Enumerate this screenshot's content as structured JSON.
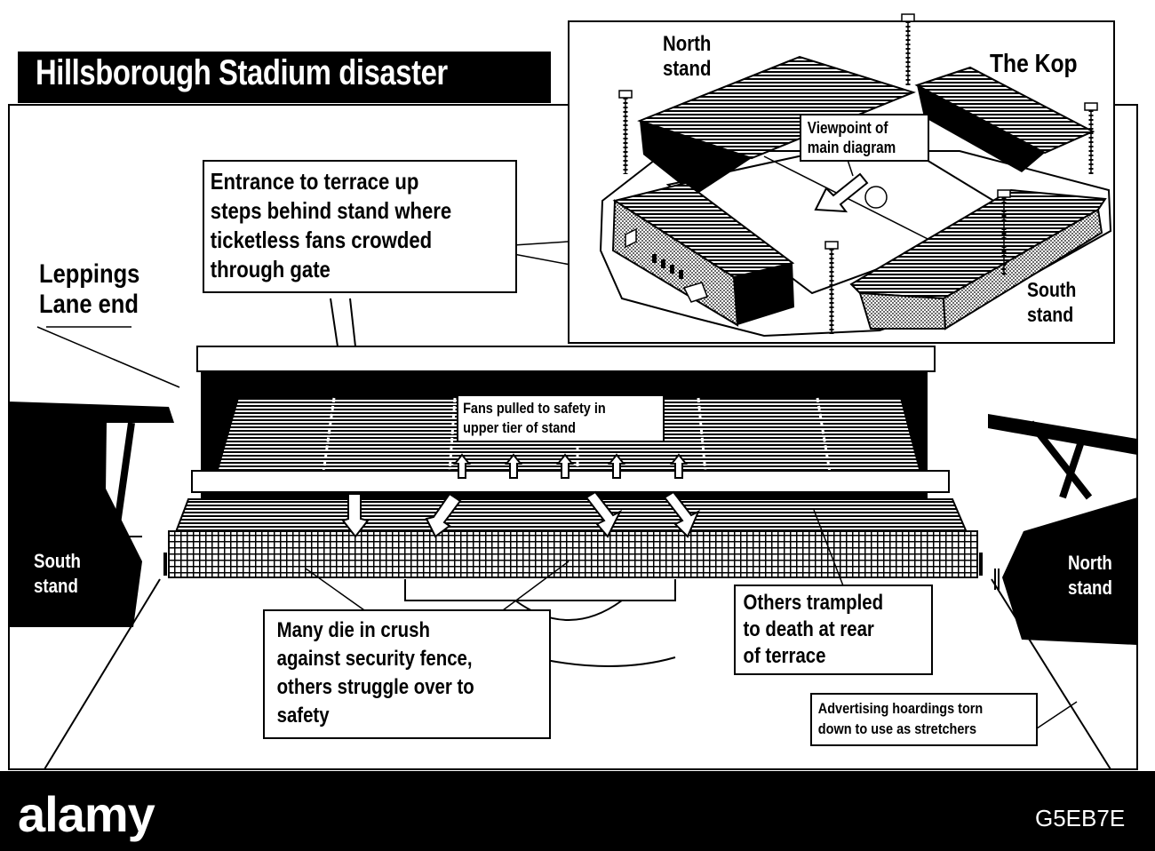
{
  "title": "Hillsborough Stadium disaster",
  "inset": {
    "north_stand": "North\nstand",
    "the_kop": "The Kop",
    "viewpoint": "Viewpoint of\nmain diagram",
    "south_stand": "South\nstand"
  },
  "main": {
    "leppings_lane": "Leppings\nLane end",
    "south_stand": "South\nstand",
    "north_stand": "North\nstand"
  },
  "callouts": {
    "entrance": "Entrance to terrace up\nsteps behind stand where\nticketless fans crowded\nthrough gate",
    "fans_pulled": "Fans pulled to safety in\nupper tier of stand",
    "many_die": "Many die in crush\nagainst security fence,\nothers struggle over to\nsafety",
    "others_trampled": "Others trampled\nto death at rear\nof terrace",
    "hoardings": "Advertising hoardings torn\ndown to use as stretchers"
  },
  "footer": {
    "brand": "alamy",
    "image_code": "G5EB7E"
  },
  "colors": {
    "ink": "#000000",
    "paper": "#ffffff",
    "watermark": "#d9d9d9"
  }
}
